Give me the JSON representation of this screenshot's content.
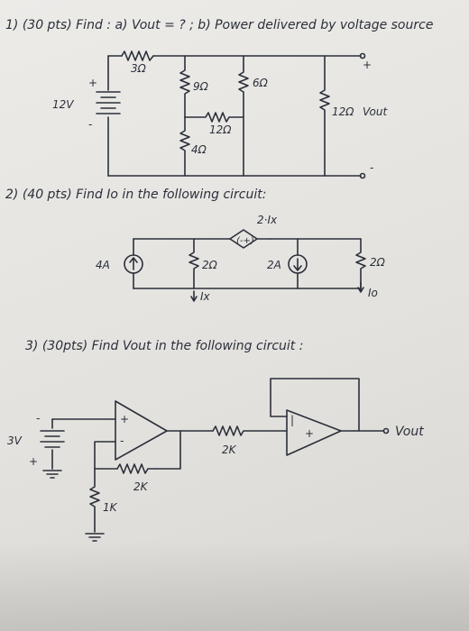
{
  "problem1": {
    "heading": "1) (30 pts) Find :  a) Vout = ?  ;  b) Power delivered by voltage source",
    "labels": {
      "r3": "3Ω",
      "r9": "9Ω",
      "r6": "6Ω",
      "r12a": "12Ω",
      "r12b": "12Ω",
      "r4": "4Ω",
      "source": "12V",
      "src_plus": "+",
      "src_minus": "-",
      "vout": "Vout",
      "vout_plus": "+",
      "vout_minus": "-"
    }
  },
  "problem2": {
    "heading": "2) (40 pts)  Find  Io  in the following circuit:",
    "labels": {
      "dep_source": "2·Ix",
      "dep_sign": "(-+)",
      "src4a": "4A",
      "r2a": "2Ω",
      "ix": "Ix",
      "src2a": "2A",
      "r2b": "2Ω",
      "io": "Io"
    }
  },
  "problem3": {
    "heading": "3) (30pts)  Find  Vout  in the following circuit :",
    "labels": {
      "source": "3V",
      "src_minus": "-",
      "src_plus": "+",
      "opamp1_plus": "+",
      "opamp1_minus": "-",
      "r2k_fb": "2K",
      "r1k": "1K",
      "r2k_series": "2K",
      "opamp2_plus": "+",
      "opamp2_minus": "|",
      "vout": "Vout"
    }
  }
}
